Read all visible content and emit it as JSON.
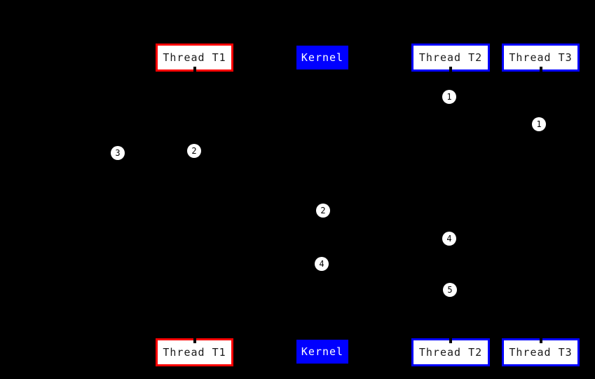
{
  "diagram_type": "uml-sequence-diagram",
  "background_color": "#000000",
  "colors": {
    "thread_t1_border": "#ff0000",
    "thread_t2_t3_border": "#0000ff",
    "kernel_background": "#0000ff",
    "kernel_text": "#ffffff",
    "thread_box_background": "#ffffff",
    "thread_box_text": "#1a1a1a",
    "badge_background": "#ffffff",
    "badge_text": "#000000"
  },
  "lifelines": {
    "thread_t1": "Thread T1",
    "kernel": "Kernel",
    "thread_t2": "Thread T2",
    "thread_t3": "Thread T3"
  },
  "badges": [
    {
      "number": "1"
    },
    {
      "number": "1"
    },
    {
      "number": "3"
    },
    {
      "number": "2"
    },
    {
      "number": "2"
    },
    {
      "number": "4"
    },
    {
      "number": "4"
    },
    {
      "number": "5"
    }
  ]
}
